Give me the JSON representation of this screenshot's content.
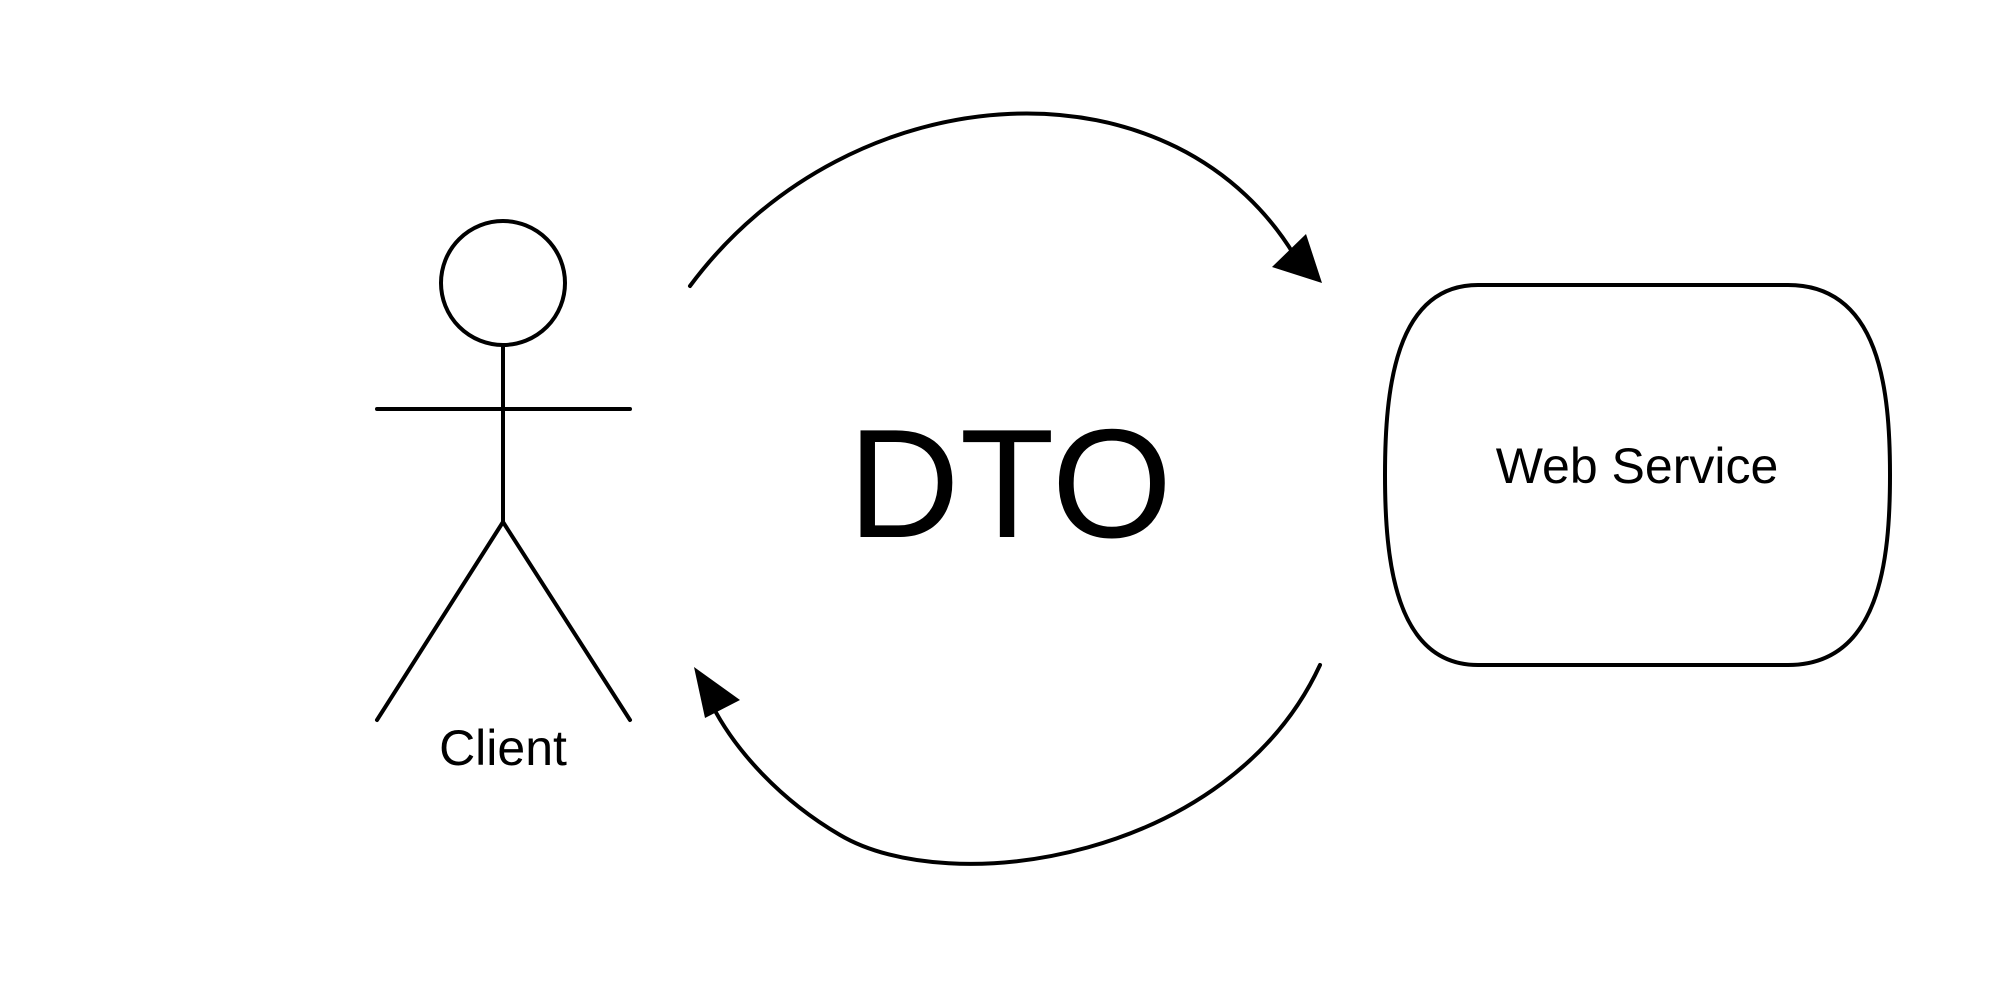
{
  "diagram": {
    "actor": {
      "label": "Client",
      "icon": "stick-figure-actor"
    },
    "service": {
      "label": "Web Service",
      "shape": "rounded-box"
    },
    "exchange": {
      "label": "DTO"
    },
    "arrows": [
      {
        "from": "Client",
        "to": "Web Service",
        "style": "curved"
      },
      {
        "from": "Web Service",
        "to": "Client",
        "style": "curved"
      }
    ],
    "colors": {
      "stroke": "#000000",
      "background": "#ffffff"
    }
  }
}
